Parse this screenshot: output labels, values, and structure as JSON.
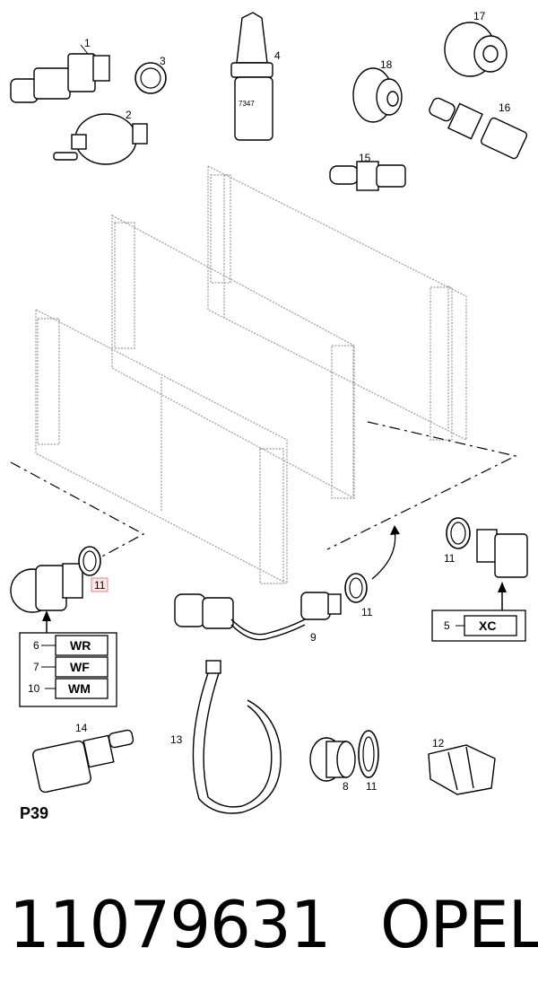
{
  "diagram": {
    "page_label": "P39",
    "callouts": [
      "1",
      "2",
      "3",
      "4",
      "5",
      "6",
      "7",
      "8",
      "9",
      "10",
      "11",
      "12",
      "13",
      "14",
      "15",
      "16",
      "17",
      "18"
    ],
    "callout_11_highlight": "11",
    "code_box_left": {
      "rows": [
        {
          "number": "6",
          "code": "WR"
        },
        {
          "number": "7",
          "code": "WF"
        },
        {
          "number": "10",
          "code": "WM"
        }
      ]
    },
    "code_box_right": {
      "number": "5",
      "code": "XC"
    },
    "bottle_label": "7347"
  },
  "footer": {
    "part_number": "11079631",
    "brand": "OPEL"
  },
  "colors": {
    "line": "#000000",
    "highlight_border": "#e88080",
    "highlight_fill": "#fde8e8"
  }
}
